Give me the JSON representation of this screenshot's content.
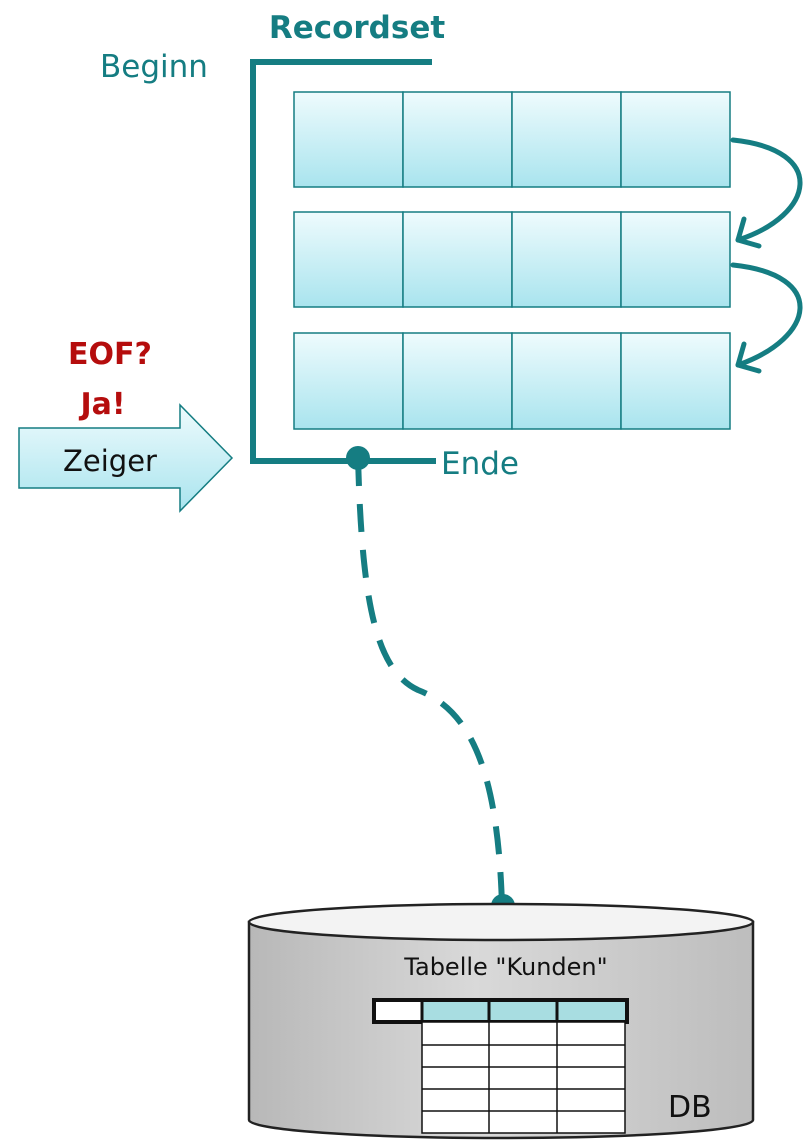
{
  "recordset": {
    "title": "Recordset",
    "begin_label": "Beginn",
    "end_label": "Ende",
    "rows": 3,
    "columns": 4
  },
  "pointer": {
    "question": "EOF?",
    "answer": "Ja!",
    "label": "Zeiger"
  },
  "database": {
    "table_title": "Tabelle \"Kunden\"",
    "label": "DB"
  },
  "colors": {
    "teal": "#157d82",
    "cell_top": "#eefbfd",
    "cell_bottom": "#a9e4ee",
    "red": "#b50d0d",
    "cylinder_top": "#f3f3f3",
    "cylinder_body": "#c9c9c9"
  }
}
